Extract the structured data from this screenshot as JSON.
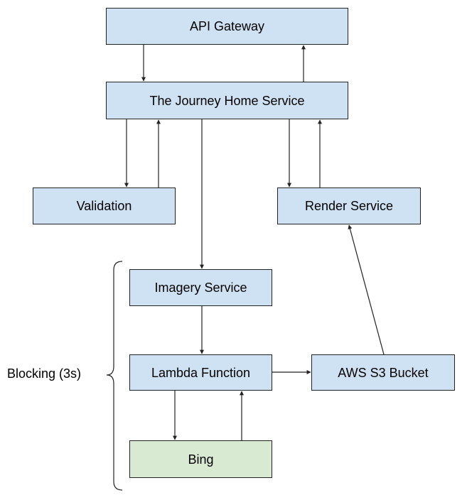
{
  "nodes": {
    "api_gateway": "API Gateway",
    "journey_home": "The Journey Home Service",
    "validation": "Validation",
    "render_service": "Render Service",
    "imagery_service": "Imagery Service",
    "lambda_function": "Lambda Function",
    "aws_s3": "AWS S3 Bucket",
    "bing": "Bing"
  },
  "group": {
    "label": "Blocking (3s)"
  },
  "colors": {
    "service_fill": "#cfe2f3",
    "external_fill": "#d9ead3",
    "stroke": "#222222"
  }
}
